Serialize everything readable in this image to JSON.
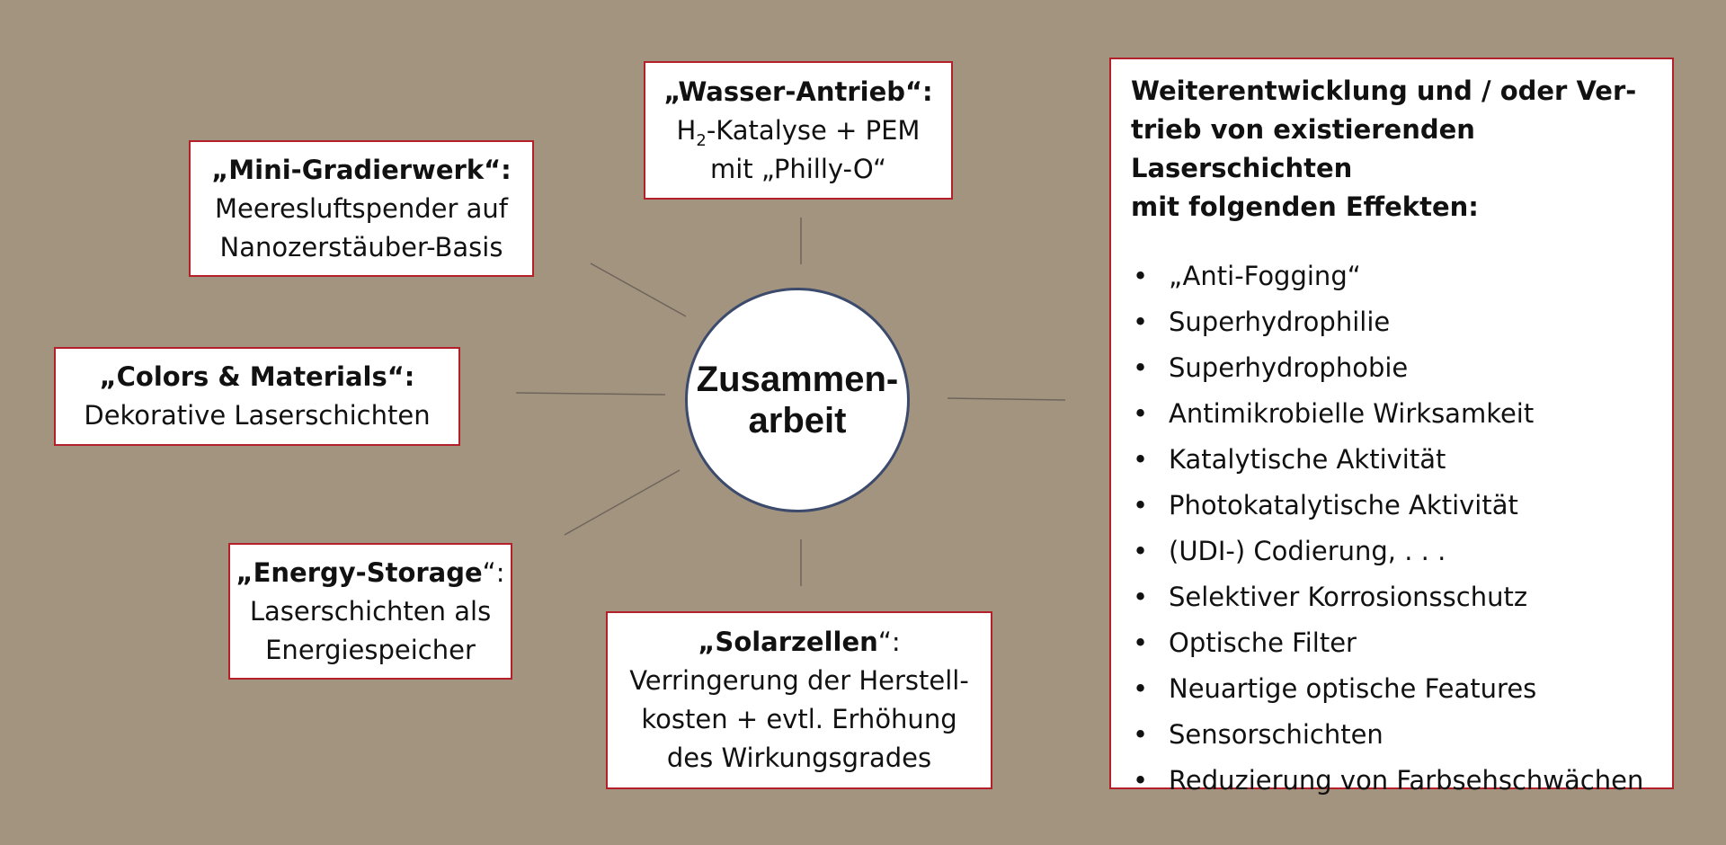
{
  "center": {
    "line1": "Zusammen-",
    "line2": "arbeit"
  },
  "boxes": {
    "wasser": {
      "title": "„Wasser-Antrieb“:",
      "pre": "H",
      "sub": "2",
      "post": "-Katalyse + PEM",
      "line3": "mit „Philly-O“"
    },
    "mini": {
      "title": "„Mini-Gradierwerk“:",
      "line2": "Meeresluftspender auf",
      "line3": "Nanozerstäuber-Basis"
    },
    "colors": {
      "title": "„Colors & Materials“:",
      "line2": "Dekorative Laserschichten"
    },
    "energy": {
      "title": "„Energy-Storage",
      "title_suffix": "“:",
      "line2": "Laserschichten als",
      "line3": "Energiespeicher"
    },
    "solar": {
      "title": "„Solarzellen",
      "title_suffix": "“:",
      "line2": "Verringerung der Herstell-",
      "line3": "kosten + evtl. Erhöhung",
      "line4": "des Wirkungsgrades"
    }
  },
  "right_panel": {
    "heading_lines": [
      "Weiterentwicklung und / oder Ver-",
      "trieb von existierenden Laserschichten",
      "mit folgenden Effekten:"
    ],
    "items": [
      "„Anti-Fogging“",
      "Superhydrophilie",
      "Superhydrophobie",
      "Antimikrobielle Wirksamkeit",
      "Katalytische Aktivität",
      "Photokatalytische Aktivität",
      "(UDI-) Codierung, . . .",
      "Selektiver Korrosionsschutz",
      "Optische Filter",
      "Neuartige optische Features",
      "Sensorschichten",
      "Reduzierung von Farbsehschwächen"
    ]
  },
  "colors": {
    "background": "#a39480",
    "box_border": "#b3202a",
    "circle_border": "#3c4a6b",
    "connector": "#6e655a"
  }
}
